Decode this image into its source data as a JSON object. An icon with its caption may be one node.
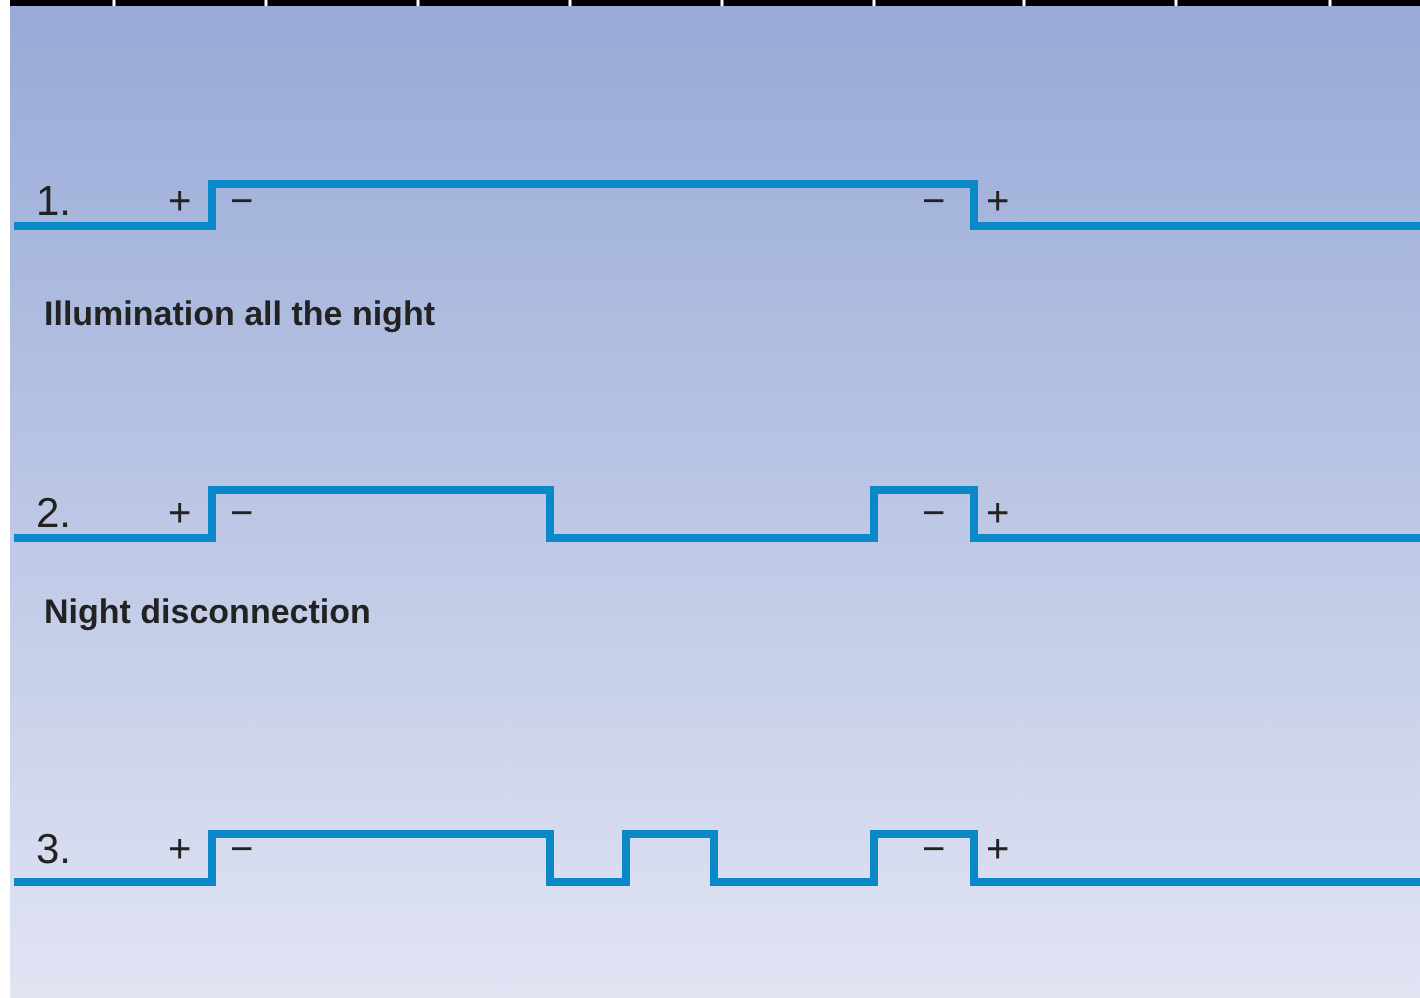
{
  "diagram": {
    "labels": [
      "1.",
      "+",
      "−",
      "−",
      "+",
      "Illumination all the night",
      "2.",
      "+",
      "−",
      "−",
      "+",
      "Night disconnection",
      "3.",
      "+",
      "−",
      "−",
      "+"
    ]
  }
}
